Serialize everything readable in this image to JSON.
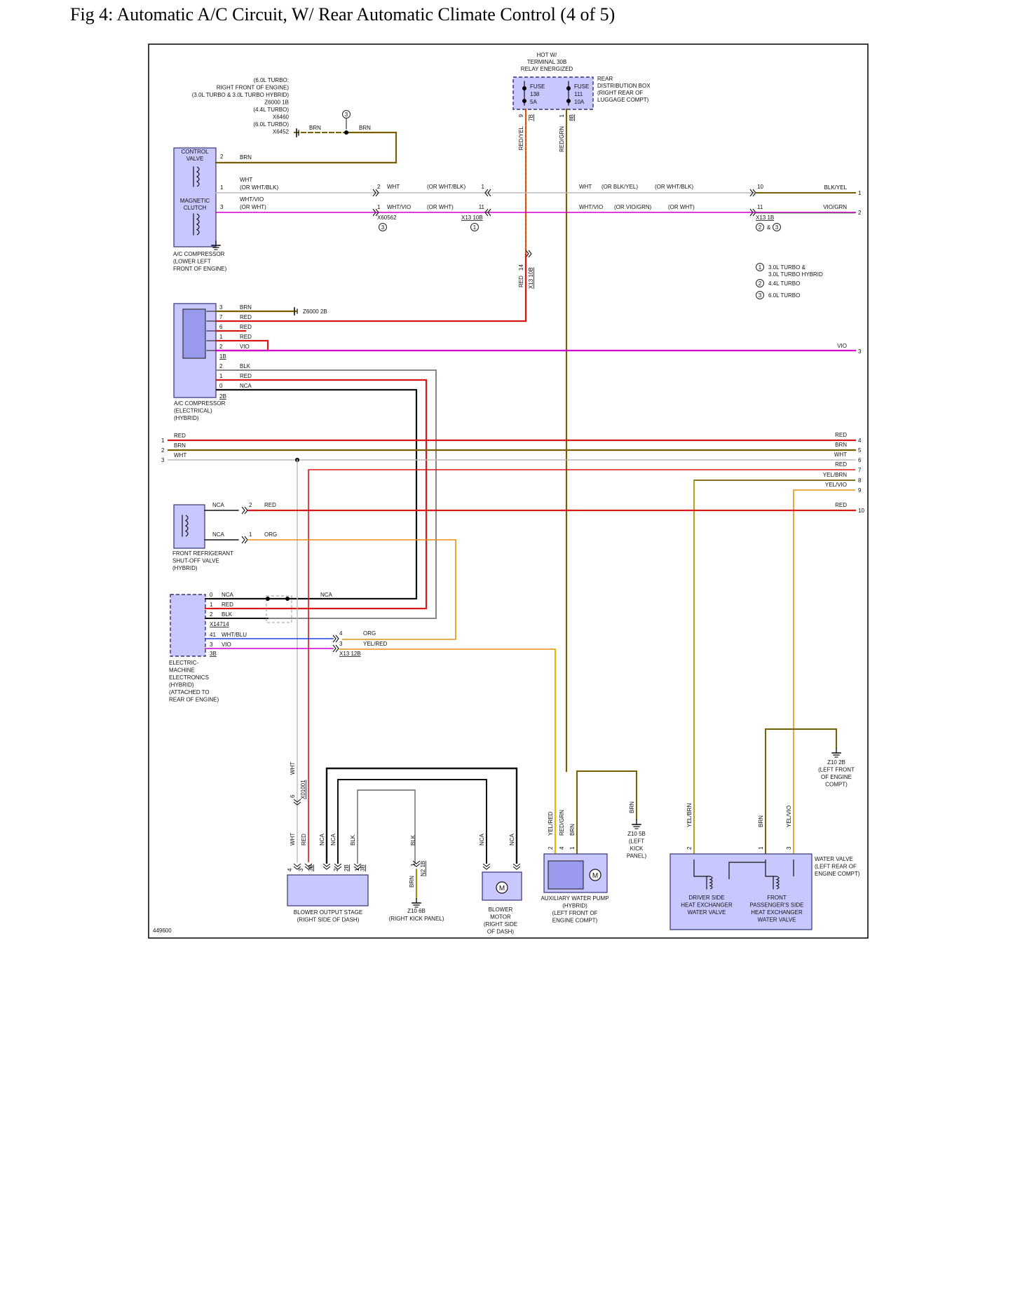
{
  "page": {
    "title": "Fig 4: Automatic A/C Circuit, W/ Rear Automatic Climate Control (4 of 5)"
  },
  "colors": {
    "brn": "#7a5f00",
    "red": "#d81818",
    "wht": "#bbbbbb",
    "vio": "#d000d0",
    "blk": "#000000",
    "org": "#e89010",
    "yel": "#e8e800",
    "grn": "#2e8b2e",
    "blu": "#2040e0",
    "component_fill": "#c8c8ff",
    "component_stroke": "#333377",
    "module_inner": "#9999ee"
  },
  "diagram": {
    "code": "449600",
    "hot_label": [
      "HOT W/",
      "TERMINAL 30B",
      "RELAY ENERGIZED"
    ],
    "fuses": [
      {
        "name": "FUSE",
        "number": "138",
        "rating": "5A"
      },
      {
        "name": "FUSE",
        "number": "111",
        "rating": "10A"
      }
    ],
    "fuse_pins": [
      "9",
      "7B",
      "1",
      "8B"
    ],
    "rear_dist_box": [
      "REAR",
      "DISTRIBUTION BOX",
      "(RIGHT REAR OF",
      "LUGGAGE COMPT)"
    ],
    "ground_note": [
      "(6.0L TURBO:",
      "RIGHT FRONT OF ENGINE)",
      "(3.0L TURBO & 3.0L TURBO HYBRID)",
      "Z6000 1B",
      "(4.4L TURBO)",
      "X6460",
      "(6.0L TURBO)",
      "X6452"
    ],
    "callout_3": "3",
    "compressor": {
      "control_valve": [
        "CONTROL",
        "VALVE"
      ],
      "magnetic_clutch": [
        "MAGNETIC",
        "CLUTCH"
      ],
      "name": [
        "A/C COMPRESSOR",
        "(LOWER LEFT",
        "FRONT OF ENGINE)"
      ],
      "pins": [
        "2",
        "1",
        "3"
      ]
    },
    "compressor_wires": {
      "top_brn": "BRN",
      "brn_right": "BRN",
      "row1": [
        "WHT",
        "(OR WHT/BLK)"
      ],
      "row3": [
        "WHT/VIO",
        "(OR WHT)"
      ]
    },
    "inline": {
      "x60562": {
        "name": "X60562",
        "pins": [
          "2",
          "1"
        ],
        "labels": [
          "WHT",
          "WHT/VIO"
        ],
        "callout": "3"
      },
      "x13_10b": {
        "name": "X13 10B",
        "pins": [
          "1",
          "11"
        ],
        "labels": [
          "(OR WHT/BLK)",
          "(OR WHT)"
        ],
        "callout": "1"
      },
      "x13_1b": {
        "name": "X13 1B",
        "pins": [
          "10",
          "11"
        ],
        "callouts": [
          "2",
          "&",
          "3"
        ]
      }
    },
    "mid_wires": {
      "top": [
        "WHT",
        "(OR BLK/YEL)",
        "(OR WHT/BLK)"
      ],
      "bottom": [
        "WHT/VIO",
        "(OR VIO/GRN)",
        "(OR WHT)"
      ]
    },
    "right_ends": [
      {
        "label": "BLK/YEL",
        "num": "1"
      },
      {
        "label": "VIO/GRN",
        "num": "2"
      },
      {
        "label": "VIO",
        "num": "3"
      },
      {
        "label": "RED",
        "num": "4"
      },
      {
        "label": "BRN",
        "num": "5"
      },
      {
        "label": "WHT",
        "num": "6"
      },
      {
        "label": "RED",
        "num": "7"
      },
      {
        "label": "YEL/BRN",
        "num": "8"
      },
      {
        "label": "YEL/VIO",
        "num": "9"
      },
      {
        "label": "RED",
        "num": "10"
      }
    ],
    "legend": [
      {
        "num": "1",
        "text": [
          "3.0L TURBO &",
          "3.0L TURBO HYBRID"
        ]
      },
      {
        "num": "2",
        "text": [
          "4.4L TURBO"
        ]
      },
      {
        "num": "3",
        "text": [
          "6.0L TURBO"
        ]
      }
    ],
    "vertical_labels": {
      "red_yel": "RED/YEL",
      "red_grn": "RED/GRN",
      "x13_10b_14": [
        "RED",
        "14",
        "X13 10B"
      ]
    },
    "elec_compressor": {
      "pins": [
        "3",
        "7",
        "6",
        "1",
        "2"
      ],
      "labels": [
        "BRN",
        "RED",
        "RED",
        "RED",
        "VIO"
      ],
      "conn": "1B",
      "pins2": [
        "2",
        "1",
        "0"
      ],
      "labels2": [
        "BLK",
        "RED",
        "NCA"
      ],
      "conn2": "2B",
      "ground": "Z6000 2B",
      "name": [
        "A/C COMPRESSOR",
        "(ELECTRICAL)",
        "(HYBRID)"
      ]
    },
    "left_inputs": [
      {
        "num": "1",
        "label": "RED"
      },
      {
        "num": "2",
        "label": "BRN"
      },
      {
        "num": "3",
        "label": "WHT"
      }
    ],
    "shutoff_valve": {
      "rows": [
        {
          "nca": "NCA",
          "pin": "2",
          "label": "RED"
        },
        {
          "nca": "NCA",
          "pin": "1",
          "label": "ORG"
        }
      ],
      "name": [
        "FRONT REFRIGERANT",
        "SHUT-OFF VALVE",
        "(HYBRID)"
      ]
    },
    "eme": {
      "pins": [
        "0",
        "1",
        "2"
      ],
      "labels": [
        "NCA",
        "RED",
        "BLK"
      ],
      "nca_right": "NCA",
      "conn": "X14714",
      "pins2": [
        "41",
        "3"
      ],
      "labels2": [
        "WHT/BLU",
        "VIO"
      ],
      "conn2": "3B",
      "x13_12b": {
        "name": "X13 12B",
        "pins": [
          "4",
          "3"
        ],
        "labels": [
          "ORG",
          "YEL/RED"
        ]
      },
      "name": [
        "ELECTRIC-",
        "MACHINE",
        "ELECTRONICS",
        "(HYBRID)",
        "(ATTACHED TO",
        "REAR OF ENGINE)"
      ]
    },
    "blower_stage": {
      "x01001": [
        "WHT",
        "6",
        "X01001"
      ],
      "wire_labels": [
        "WHT",
        "RED",
        "NCA",
        "NCA",
        "BLK"
      ],
      "pins": [
        "4",
        "3",
        "3B",
        "2",
        "2B",
        "1",
        "3B"
      ],
      "name": [
        "BLOWER OUTPUT STAGE",
        "(RIGHT SIDE OF DASH)"
      ]
    },
    "n2": {
      "labels": [
        "BLK",
        "1",
        "N2 1B",
        "BRN"
      ],
      "ground": "Z10 6B",
      "ground_loc": "(RIGHT KICK PANEL)"
    },
    "blower_motor": {
      "labels": [
        "NCA",
        "NCA"
      ],
      "symbol": "M",
      "name": [
        "BLOWER",
        "MOTOR",
        "(RIGHT SIDE",
        "OF DASH)"
      ]
    },
    "aux_pump": {
      "labels": [
        "YEL/RED",
        "RED/GRN",
        "BRN"
      ],
      "pins": [
        "2",
        "4",
        "1"
      ],
      "symbol": "M",
      "name": [
        "AUXILIARY WATER PUMP",
        "(HYBRID)",
        "(LEFT FRONT OF",
        "ENGINE COMPT)"
      ],
      "gnd_label": "BRN",
      "ground": [
        "Z10 5B",
        "(LEFT",
        "KICK",
        "PANEL)"
      ]
    },
    "water_valve": {
      "labels": [
        "YEL/BRN",
        "BRN",
        "YEL/VIO"
      ],
      "pins": [
        "2",
        "1",
        "3"
      ],
      "driver": [
        "DRIVER SIDE",
        "HEAT EXCHANGER",
        "WATER VALVE"
      ],
      "passenger": [
        "FRONT",
        "PASSENGER'S SIDE",
        "HEAT EXCHANGER",
        "WATER VALVE"
      ],
      "name": [
        "WATER VALVE",
        "(LEFT REAR OF",
        "ENGINE COMPT)"
      ],
      "ground": [
        "Z10 2B",
        "(LEFT FRONT",
        "OF ENGINE",
        "COMPT)"
      ]
    }
  }
}
